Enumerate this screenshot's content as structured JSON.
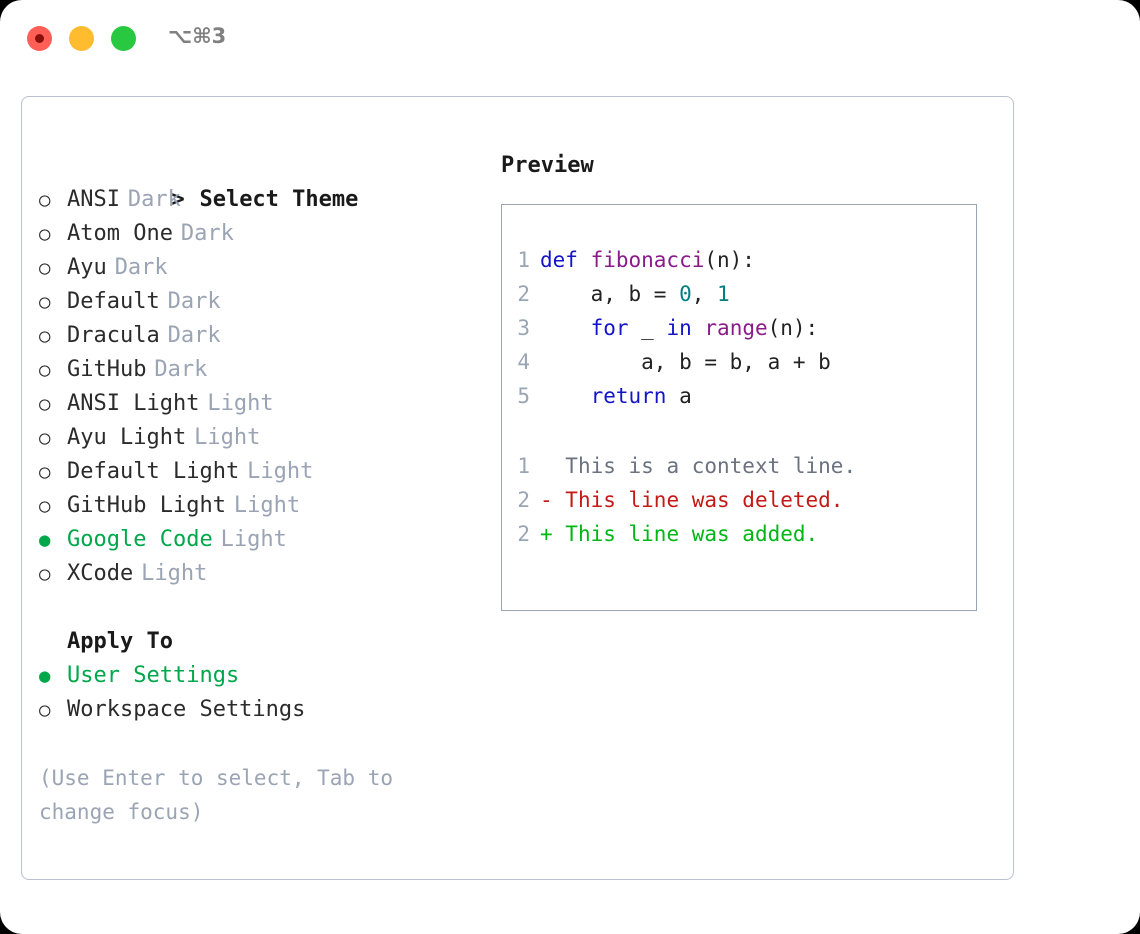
{
  "window": {
    "shortcut": "⌥⌘3",
    "traffic_lights": [
      {
        "name": "close",
        "color": "#ff5f57"
      },
      {
        "name": "minimize",
        "color": "#febc2e"
      },
      {
        "name": "zoom",
        "color": "#28c840"
      }
    ]
  },
  "theme_section": {
    "caret": ">",
    "title": "Select Theme",
    "bullet_unselected": "○",
    "bullet_selected": "●",
    "items": [
      {
        "label": "ANSI",
        "tag": "Dark",
        "selected": false
      },
      {
        "label": "Atom One",
        "tag": "Dark",
        "selected": false
      },
      {
        "label": "Ayu",
        "tag": "Dark",
        "selected": false
      },
      {
        "label": "Default",
        "tag": "Dark",
        "selected": false
      },
      {
        "label": "Dracula",
        "tag": "Dark",
        "selected": false
      },
      {
        "label": "GitHub",
        "tag": "Dark",
        "selected": false
      },
      {
        "label": "ANSI Light",
        "tag": "Light",
        "selected": false
      },
      {
        "label": "Ayu Light",
        "tag": "Light",
        "selected": false
      },
      {
        "label": "Default Light",
        "tag": "Light",
        "selected": false
      },
      {
        "label": "GitHub Light",
        "tag": "Light",
        "selected": false
      },
      {
        "label": "Google Code",
        "tag": "Light",
        "selected": true
      },
      {
        "label": "XCode",
        "tag": "Light",
        "selected": false
      }
    ]
  },
  "apply_section": {
    "title": "Apply To",
    "items": [
      {
        "label": "User Settings",
        "selected": true
      },
      {
        "label": "Workspace Settings",
        "selected": false
      }
    ]
  },
  "hint": "(Use Enter to select, Tab to change focus)",
  "preview": {
    "title": "Preview",
    "code_lines": [
      {
        "number": "1",
        "tokens": [
          {
            "t": "def ",
            "c": "kw"
          },
          {
            "t": "fibonacci",
            "c": "fn"
          },
          {
            "t": "(n):",
            "c": "pl"
          }
        ]
      },
      {
        "number": "2",
        "tokens": [
          {
            "t": "    a, b = ",
            "c": "pl"
          },
          {
            "t": "0",
            "c": "num"
          },
          {
            "t": ", ",
            "c": "pl"
          },
          {
            "t": "1",
            "c": "num"
          }
        ]
      },
      {
        "number": "3",
        "tokens": [
          {
            "t": "    ",
            "c": "pl"
          },
          {
            "t": "for",
            "c": "kw"
          },
          {
            "t": " _ ",
            "c": "pl"
          },
          {
            "t": "in",
            "c": "kw"
          },
          {
            "t": " ",
            "c": "pl"
          },
          {
            "t": "range",
            "c": "fn"
          },
          {
            "t": "(n):",
            "c": "pl"
          }
        ]
      },
      {
        "number": "4",
        "tokens": [
          {
            "t": "        a, b = b, a + b",
            "c": "pl"
          }
        ]
      },
      {
        "number": "5",
        "tokens": [
          {
            "t": "    ",
            "c": "pl"
          },
          {
            "t": "return",
            "c": "kw"
          },
          {
            "t": " a",
            "c": "pl"
          }
        ]
      }
    ],
    "diff_lines": [
      {
        "number": "1",
        "marker": "  ",
        "text": "This is a context line.",
        "kind": "ctx"
      },
      {
        "number": "2",
        "marker": "- ",
        "text": "This line was deleted.",
        "kind": "del"
      },
      {
        "number": "2",
        "marker": "+ ",
        "text": "This line was added.",
        "kind": "add"
      }
    ]
  },
  "colors": {
    "accent_green": "#00a84b",
    "muted": "#9ba4b4",
    "keyword": "#1414c8",
    "function": "#8b1a8b",
    "number": "#008080",
    "diff_add": "#00b715",
    "diff_del": "#c41a16",
    "border": "#9aa5b4"
  }
}
